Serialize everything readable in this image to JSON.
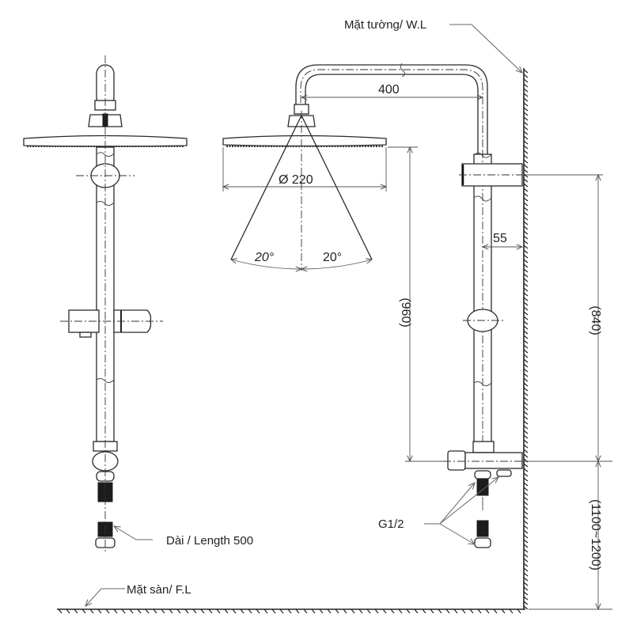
{
  "drawing": {
    "title": "Rain shower column installation dimensions",
    "labels": {
      "wall_line": "Mặt tường/ W.L",
      "floor_line": "Mặt sàn/ F.L",
      "hose_length": "Dài / Length 500",
      "thread_spec": "G1/2"
    },
    "dimensions": {
      "arm_reach": "400",
      "head_diameter": "Ø 220",
      "spray_angle_left": "20°",
      "spray_angle_right": "20°",
      "wall_offset": "55",
      "head_height_from_mixer": "(960)",
      "bracket_height_from_mixer": "(840)",
      "mixer_height_from_floor": "(1100~1200)"
    },
    "views": [
      "front-view",
      "side-view"
    ]
  }
}
